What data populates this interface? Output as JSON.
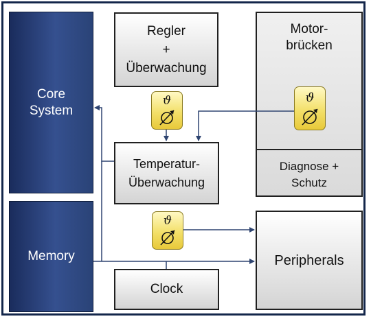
{
  "blocks": {
    "core_system": "Core\nSystem",
    "memory": "Memory",
    "regler": "Regler\n+\nÜberwachung",
    "motorbruecken": "Motor-\nbrücken",
    "diagnose": "Diagnose +\nSchutz",
    "temperatur": "Temperatur-\nÜberwachung",
    "clock": "Clock",
    "peripherals": "Peripherals"
  },
  "sensor_symbol": "ϑ",
  "icons": [
    "thermometer-sensor-icon"
  ],
  "colors": {
    "block_blue": "#2a4377",
    "sensor_yellow": "#f3e06a",
    "line": "#2e4470",
    "frame": "#13264a"
  }
}
